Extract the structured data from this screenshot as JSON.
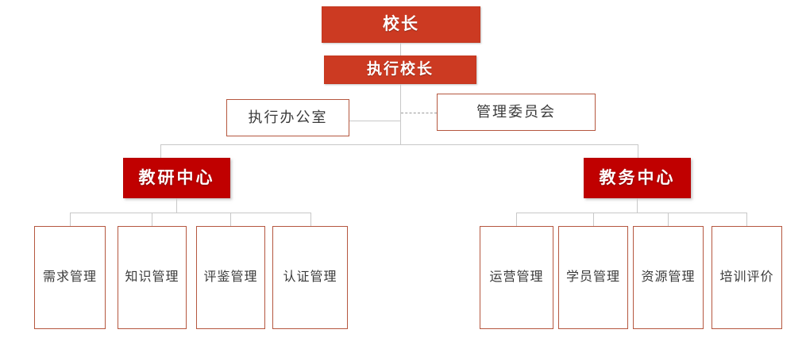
{
  "chart": {
    "type": "org-chart",
    "title": "",
    "orientation": "top-down",
    "accent_colors": {
      "executive_fill": "#CC3A22",
      "division_fill": "#C00000",
      "box_border": "#B5573F",
      "connector": "#C8C8C8",
      "dashed_connector": "#9A9A9A",
      "text_on_red": "#FFFFFF",
      "text_on_white": "#3A3A3A"
    },
    "levels": {
      "level1": {
        "principal": {
          "label": "校长",
          "style": "executive"
        }
      },
      "level2": {
        "executive_principal": {
          "label": "执行校长",
          "style": "executive"
        }
      },
      "level3": {
        "executive_office": {
          "label": "执行办公室",
          "style": "outlined",
          "link": "solid"
        },
        "management_committee": {
          "label": "管理委员会",
          "style": "outlined",
          "link": "dashed"
        }
      },
      "level4": {
        "teaching_research_center": {
          "label": "教研中心",
          "style": "division"
        },
        "academic_affairs_center": {
          "label": "教务中心",
          "style": "division"
        }
      },
      "level5": {
        "teaching_research_children": [
          {
            "label": "需求管理"
          },
          {
            "label": "知识管理"
          },
          {
            "label": "评鉴管理"
          },
          {
            "label": "认证管理"
          }
        ],
        "academic_affairs_children": [
          {
            "label": "运营管理"
          },
          {
            "label": "学员管理"
          },
          {
            "label": "资源管理"
          },
          {
            "label": "培训评价"
          }
        ]
      }
    }
  }
}
